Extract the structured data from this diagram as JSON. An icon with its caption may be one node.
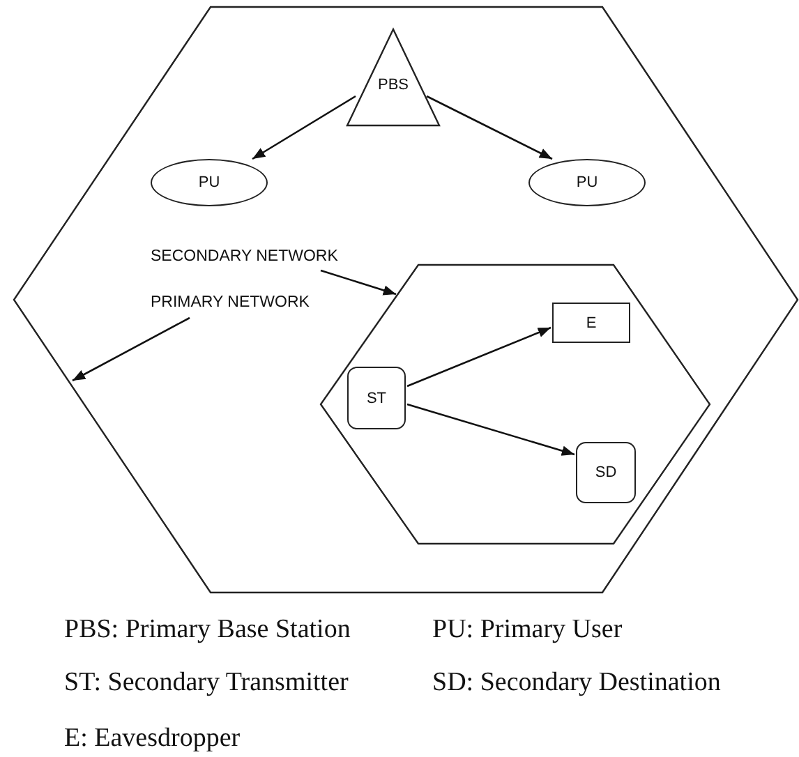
{
  "diagram": {
    "nodes": [
      {
        "text": [],
        "shape": "hexagon"
      },
      {
        "text": [
          "PBS"
        ],
        "in": 0
      },
      {
        "text": [
          "PU"
        ],
        "in": 0
      },
      {
        "text": [
          "PU"
        ],
        "in": 0
      },
      {
        "text": [
          "SECONDARY NETWORK"
        ],
        "in": 0
      },
      {
        "text": [
          "PRIMARY NETWORK"
        ],
        "in": 0
      },
      {
        "text": [],
        "shape": "hexagon",
        "in": 0
      },
      {
        "text": [
          "ST"
        ],
        "in": 6
      },
      {
        "text": [
          "E"
        ],
        "in": 6
      },
      {
        "text": [
          "SD"
        ],
        "in": 6
      }
    ],
    "edges": [
      {
        "from": 1,
        "to": 2,
        "arrow": "to"
      },
      {
        "from": 1,
        "to": 3,
        "arrow": "to"
      },
      {
        "from": 4,
        "to": 6,
        "arrow": "to"
      },
      {
        "from": 5,
        "to": 0,
        "arrow": "to"
      },
      {
        "from": 7,
        "to": 8,
        "arrow": "to"
      },
      {
        "from": 7,
        "to": 9,
        "arrow": "to"
      }
    ],
    "labels": [
      "PBS: Primary Base Station",
      "PU: Primary User",
      "ST: Secondary Transmitter",
      "SD: Secondary Destination",
      "E: Eavesdropper"
    ]
  }
}
